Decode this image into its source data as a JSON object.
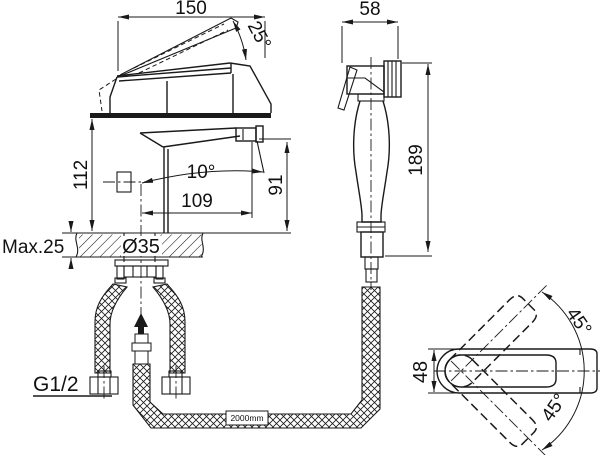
{
  "meta": {
    "title": "Basin mixer with hand sprayer - installation dimension drawing",
    "units": "mm"
  },
  "front_view": {
    "dim_handle_length": "150",
    "dim_handle_angle": "25°",
    "dim_height": "112",
    "dim_spout_angle": "10°",
    "dim_spout_reach": "109",
    "dim_outlet_height": "91",
    "label_max_thickness": "Max.25",
    "label_hole_diameter": "Ø35",
    "label_thread": "G1/2"
  },
  "sprayer": {
    "dim_head_width": "58",
    "dim_height": "189",
    "hose_marking": "2000mm"
  },
  "top_view": {
    "dim_handle_width": "48",
    "dim_swivel_up": "45°",
    "dim_swivel_down": "45°"
  },
  "colors": {
    "line": "#1a1a1a",
    "background": "#ffffff"
  }
}
